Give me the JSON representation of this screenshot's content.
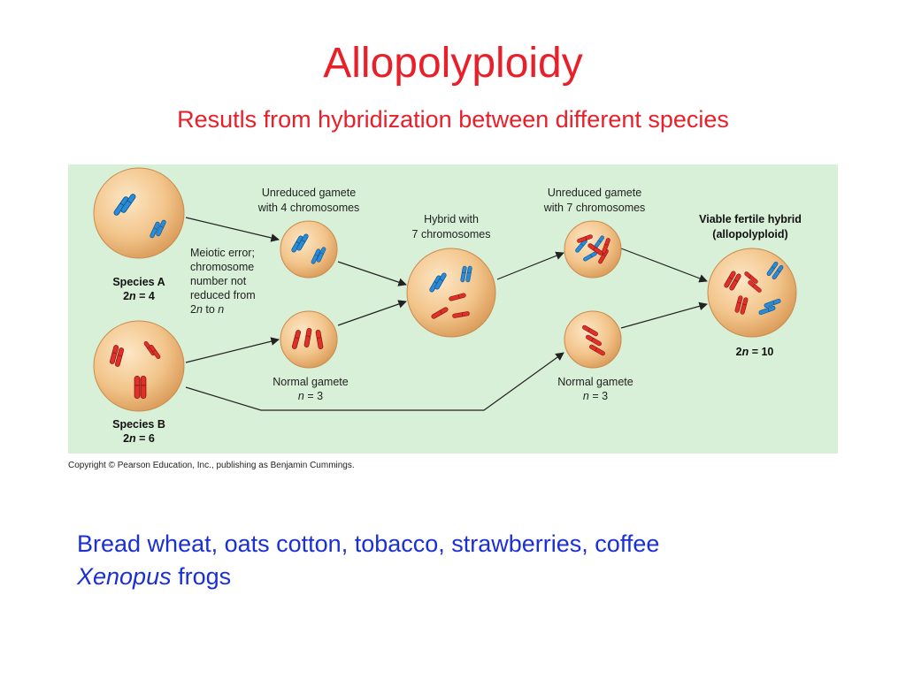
{
  "title": "Allopolyploidy",
  "subtitle": "Resutls from hybridization between different species",
  "diagram": {
    "labels": {
      "unreduced_a_1": "Unreduced gamete",
      "unreduced_a_2": "with 4 chromosomes",
      "meiotic_1": "Meiotic error;",
      "meiotic_2": "chromosome",
      "meiotic_3": "number not",
      "meiotic_4": "reduced from",
      "meiotic_5_a": "2",
      "meiotic_5_b": "n",
      "meiotic_5_c": " to ",
      "meiotic_5_d": "n",
      "species_a": "Species A",
      "species_a_ploidy_a": "2",
      "species_a_ploidy_b": "n",
      "species_a_ploidy_c": " = 4",
      "species_b": "Species B",
      "species_b_ploidy_a": "2",
      "species_b_ploidy_b": "n",
      "species_b_ploidy_c": " = 6",
      "normal_gamete_1": "Normal gamete",
      "normal_gamete_1_n_a": "n",
      "normal_gamete_1_n_b": " = 3",
      "hybrid_1": "Hybrid with",
      "hybrid_2": "7 chromosomes",
      "unreduced_h_1": "Unreduced gamete",
      "unreduced_h_2": "with 7 chromosomes",
      "normal_gamete_2": "Normal gamete",
      "normal_gamete_2_n_a": "n",
      "normal_gamete_2_n_b": " = 3",
      "viable_1": "Viable fertile hybrid",
      "viable_2": "(allopolyploid)",
      "final_ploidy_a": "2",
      "final_ploidy_b": "n",
      "final_ploidy_c": " = 10"
    }
  },
  "copyright": "Copyright © Pearson Education, Inc., publishing as Benjamin Cummings.",
  "examples": {
    "line1": "Bread wheat, oats cotton, tobacco, strawberries, coffee",
    "line2_italic": "Xenopus",
    "line2_rest": " frogs"
  },
  "colors": {
    "title": "#e8202a",
    "examples": "#1a2fd6",
    "panel": "#d8efd8",
    "cell": "#f2c48a",
    "blue_chromosome": "#2a8bd6",
    "red_chromosome": "#e0302a"
  }
}
